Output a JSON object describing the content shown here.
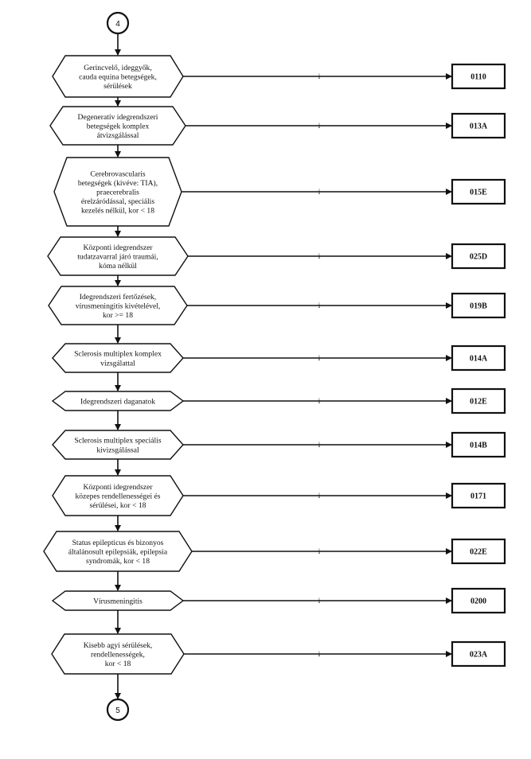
{
  "connectors": {
    "start": "4",
    "end": "5"
  },
  "branch_label": "i",
  "decisions": [
    {
      "lines": [
        "Gerincvelő, ideggyők,",
        "cauda equina betegségek,",
        "sérülések"
      ],
      "code": "0110"
    },
    {
      "lines": [
        "Degeneratív idegrendszeri",
        "betegségek komplex",
        "átvizsgálással"
      ],
      "code": "013A"
    },
    {
      "lines": [
        "Cerebrovascularis",
        "betegségek (kivéve: TIA),",
        "praecerebralis",
        "érelzáródással, speciális",
        "kezelés nélkül, kor < 18"
      ],
      "code": "015E"
    },
    {
      "lines": [
        "Központi idegrendszer",
        "tudatzavarral járó traumái,",
        "kóma nélkül"
      ],
      "code": "025D"
    },
    {
      "lines": [
        "Idegrendszeri fertőzések,",
        "vírusmeningitis kivételével,",
        "kor >= 18"
      ],
      "code": "019B"
    },
    {
      "lines": [
        "Sclerosis multiplex komplex",
        "vizsgálattal"
      ],
      "code": "014A"
    },
    {
      "lines": [
        "Idegrendszeri daganatok"
      ],
      "code": "012E"
    },
    {
      "lines": [
        "Sclerosis multiplex speciális",
        "kivizsgálással"
      ],
      "code": "014B"
    },
    {
      "lines": [
        "Központi idegrendszer",
        "közepes rendellenességei és",
        "sérülései, kor < 18"
      ],
      "code": "0171"
    },
    {
      "lines": [
        "Status epilepticus és bizonyos",
        "általánosult epilepsiák, epilepsia",
        "syndromák, kor < 18"
      ],
      "code": "022E"
    },
    {
      "lines": [
        "Vírusmeningitis"
      ],
      "code": "0200"
    },
    {
      "lines": [
        "Kisebb agyi sérülések,",
        "rendellenességek,",
        "kor < 18"
      ],
      "code": "023A"
    }
  ]
}
